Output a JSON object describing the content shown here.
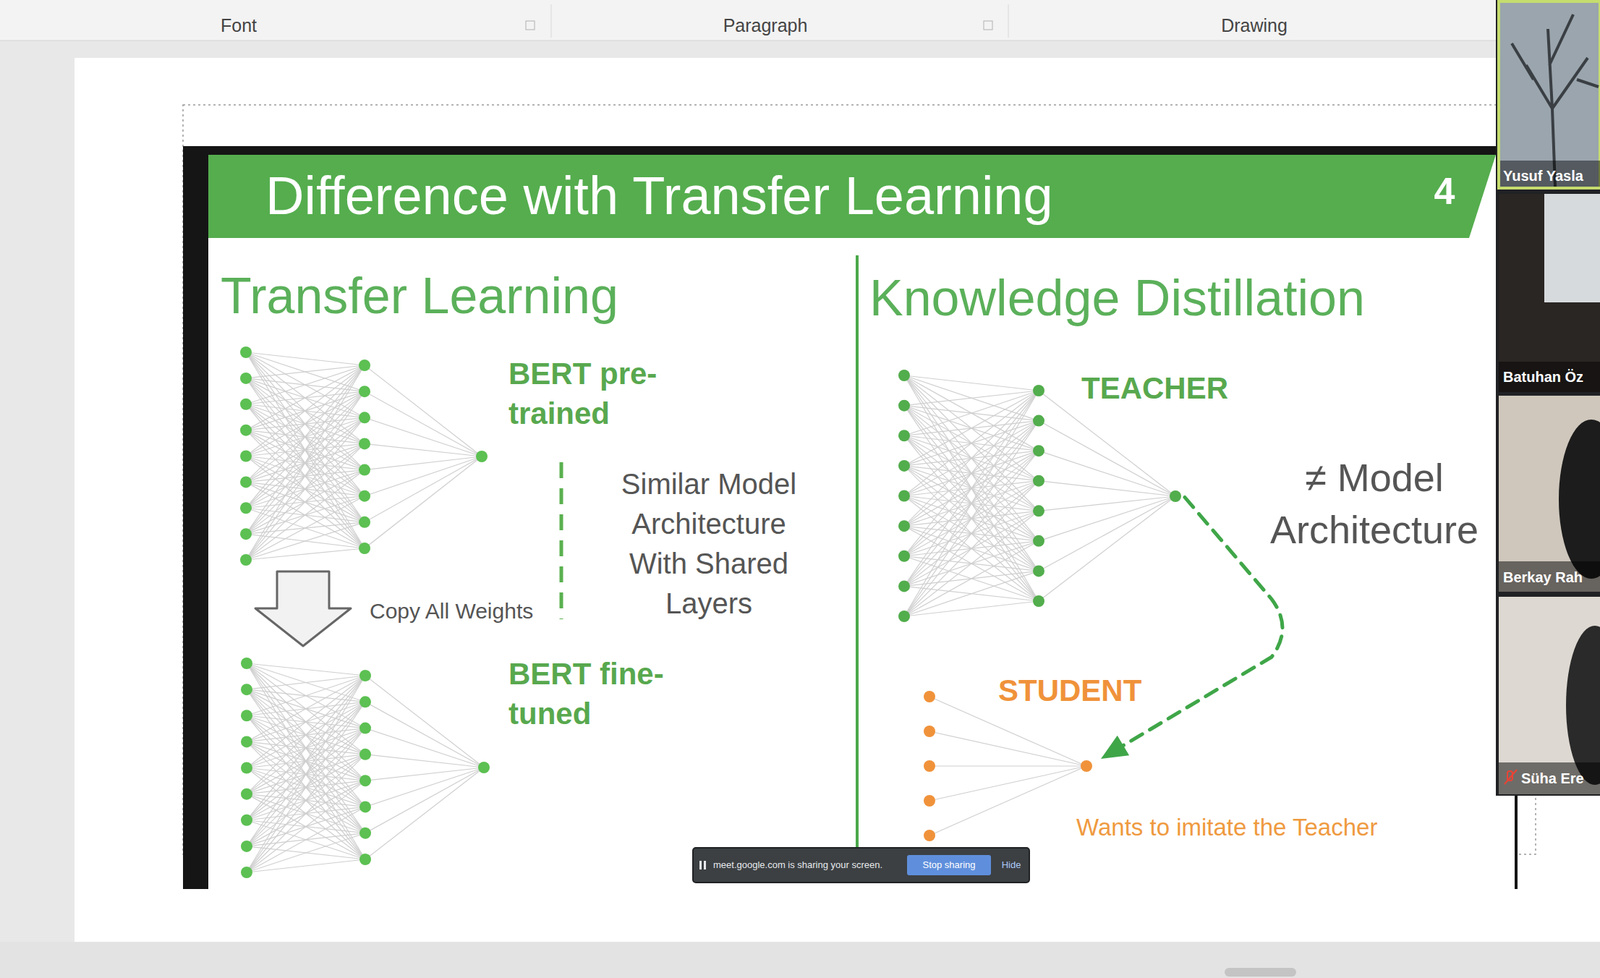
{
  "diagram": {
    "title": "Difference with Transfer Learning",
    "nodes": [
      {
        "text": [
          "BERT pre-trained"
        ]
      },
      {
        "text": [
          "BERT fine-tuned"
        ]
      },
      {
        "text": [
          "TEACHER"
        ]
      },
      {
        "text": [
          "STUDENT"
        ]
      }
    ],
    "edges": [
      {
        "from": 0,
        "to": 1,
        "arrow": "to",
        "label": "Copy All Weights"
      },
      {
        "from": 2,
        "to": 3,
        "arrow": "to"
      }
    ],
    "labels": [
      "Font",
      "Paragraph",
      "Drawing",
      "4",
      "Transfer Learning",
      "Knowledge Distillation",
      "Similar Model Architecture With Shared Layers",
      "≠ Model Architecture",
      "Wants to imitate the Teacher",
      "meet.google.com is sharing your screen.",
      "Stop sharing",
      "Hide",
      "Yusuf Yasla",
      "Batuhan Öz",
      "Berkay Rah",
      "Süha Ere"
    ]
  }
}
